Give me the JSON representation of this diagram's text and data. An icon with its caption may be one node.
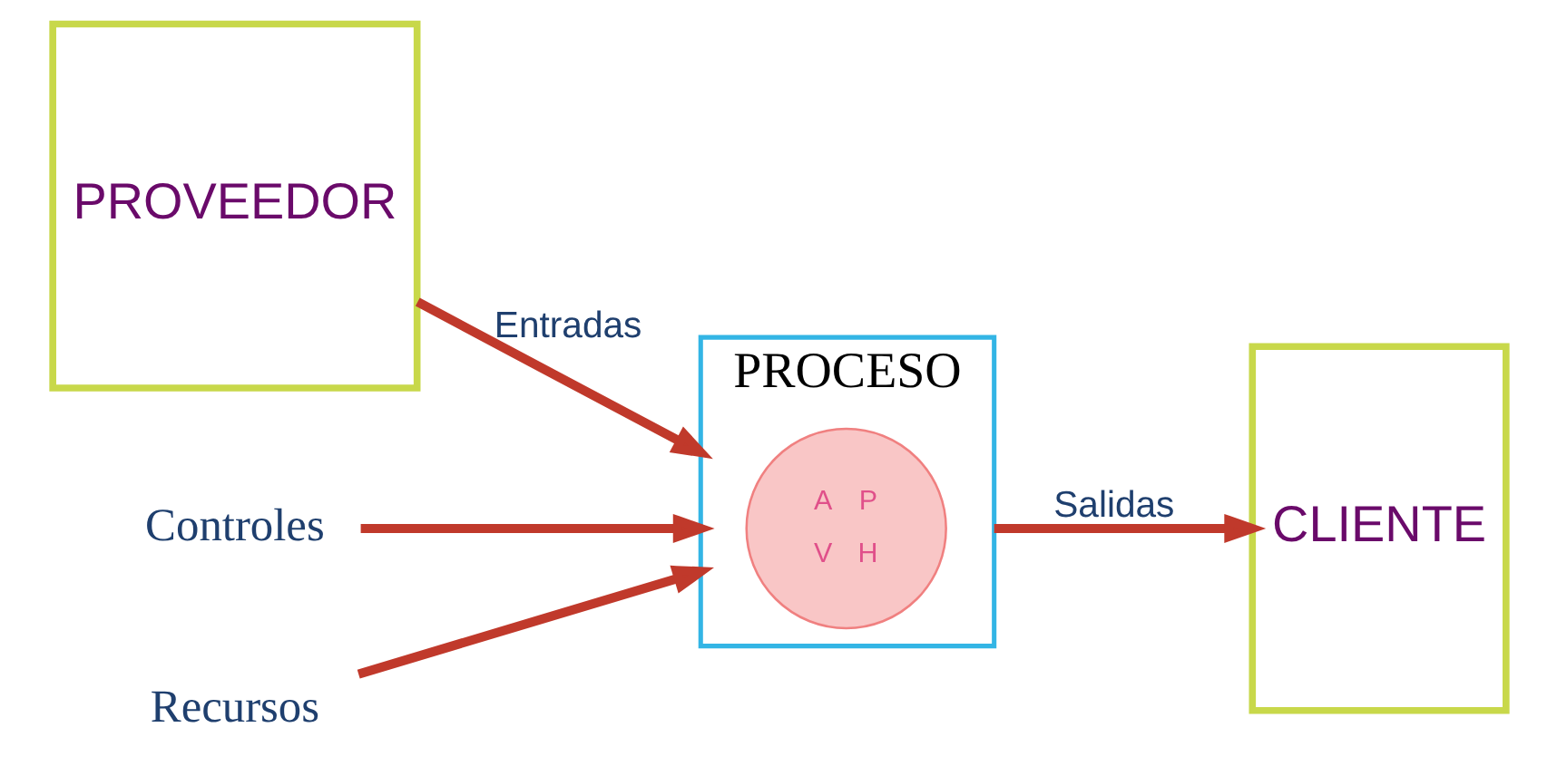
{
  "diagram": {
    "nodes": [
      {
        "text": [
          "PROVEEDOR"
        ]
      },
      {
        "text": [
          "PROCESO"
        ]
      },
      {
        "text": [
          "A",
          "P",
          "V",
          "H"
        ],
        "in": 1
      },
      {
        "text": [
          "CLIENTE"
        ]
      },
      {
        "text": [
          "Controles"
        ]
      },
      {
        "text": [
          "Recursos"
        ]
      }
    ],
    "edges": [
      {
        "from": 0,
        "to": 1,
        "arrow": "to",
        "label": "Entradas"
      },
      {
        "from": 1,
        "to": 3,
        "arrow": "to",
        "label": "Salidas"
      },
      {
        "from": 4,
        "to": 1,
        "arrow": "to"
      },
      {
        "from": 5,
        "to": 1,
        "arrow": "to"
      }
    ]
  }
}
